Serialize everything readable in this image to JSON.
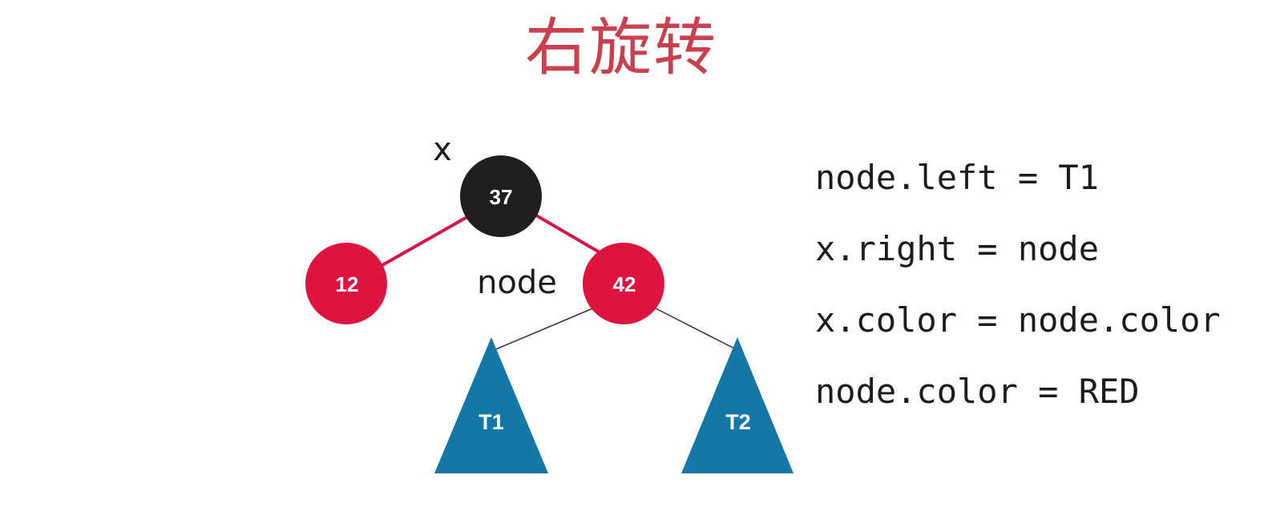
{
  "title": "右旋转",
  "colors": {
    "title": "#c9404f",
    "black_node": "#1f1f1f",
    "red_node": "#dd1340",
    "red_edge": "#d31547",
    "subtree": "#1577a8",
    "text": "#1c1c1c"
  },
  "tree": {
    "nodes": [
      {
        "id": "x",
        "value": "37",
        "color": "black",
        "label": "x"
      },
      {
        "id": "left",
        "value": "12",
        "color": "red"
      },
      {
        "id": "node",
        "value": "42",
        "color": "red",
        "label": "node"
      }
    ],
    "subtrees": [
      {
        "id": "t1",
        "label": "T1",
        "parent": "node"
      },
      {
        "id": "t2",
        "label": "T2",
        "parent": "node"
      }
    ]
  },
  "code": [
    "node.left = T1",
    "x.right = node",
    "x.color = node.color",
    "node.color = RED"
  ]
}
